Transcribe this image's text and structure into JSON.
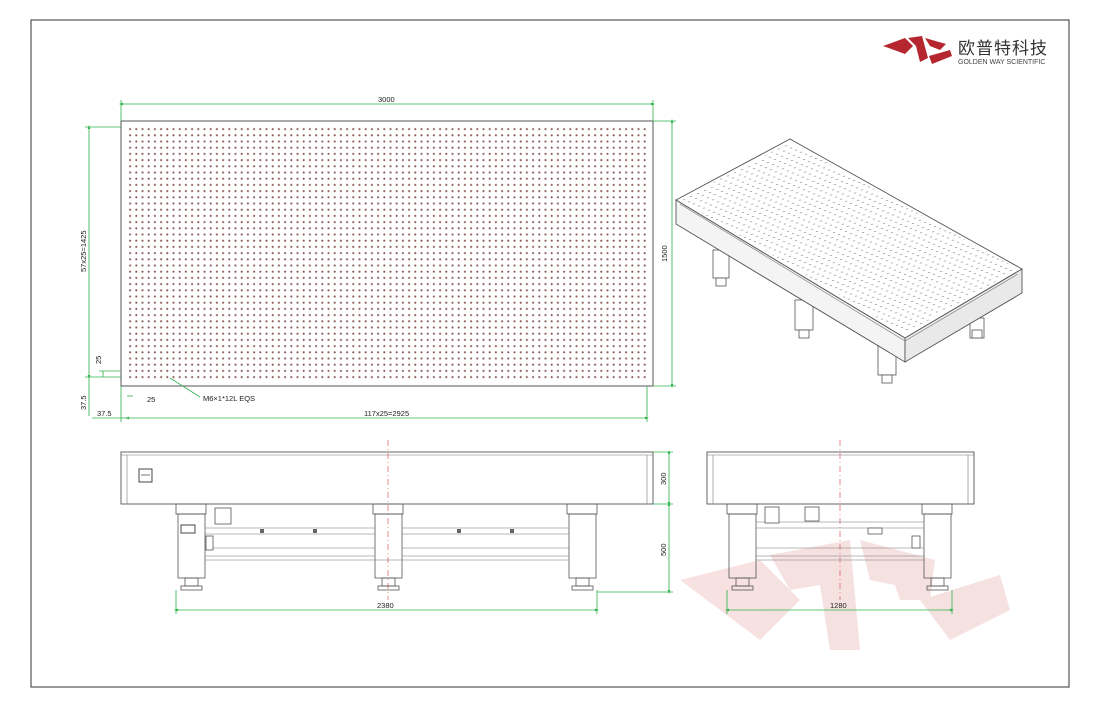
{
  "brand": {
    "name_cn": "欧普特科技",
    "name_en": "GOLDEN WAY SCIENTIFIC",
    "color": "#b5262e"
  },
  "dimensions": {
    "top_length": "3000",
    "top_width": "1500",
    "hole_span_y": "57x25=1425",
    "hole_span_x": "117x25=2925",
    "pitch_y": "25",
    "pitch_x": "25",
    "edge_y": "37.5",
    "edge_x": "37.5",
    "hole_note": "M6×1*12L EQS",
    "table_thickness": "300",
    "leg_height": "500",
    "front_leg_span": "2380",
    "side_leg_span": "1280"
  },
  "colors": {
    "dimension": "#2db34a",
    "outline": "#555555",
    "centerline": "#e05a5a",
    "watermark": "#f3d7d7"
  }
}
